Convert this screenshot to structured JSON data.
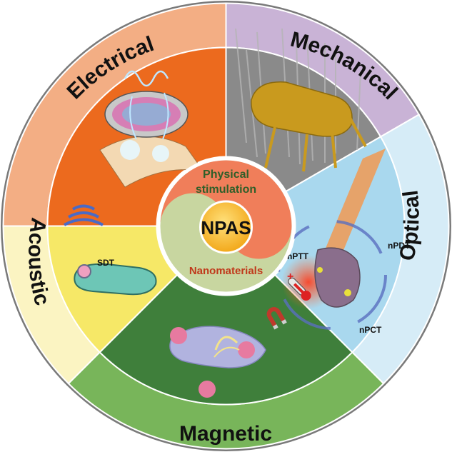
{
  "center": {
    "title": "NPAS",
    "upper_text_line1": "Physical",
    "upper_text_line2": "stimulation",
    "lower_text": "Nanomaterials"
  },
  "segments": [
    {
      "label": "Electrical",
      "outer_color": "#f3ae84",
      "inner_color": "#ec6a1e"
    },
    {
      "label": "Mechanical",
      "outer_color": "#c9b3d6",
      "inner_color": "#8a8a8a"
    },
    {
      "label": "Optical",
      "outer_color": "#d6ecf7",
      "inner_color": "#a9d8ee"
    },
    {
      "label": "Magnetic",
      "outer_color": "#78b55a",
      "inner_color": "#3f7f3b"
    },
    {
      "label": "Acoustic",
      "outer_color": "#fbf4c2",
      "inner_color": "#f6e867"
    }
  ],
  "annotations": {
    "sdt": "SDT",
    "nptt": "nPTT",
    "npdt": "nPDT",
    "npct": "nPCT"
  },
  "colors": {
    "center_upper": "#f07e5a",
    "center_lower": "#c8d6a0",
    "center_core": "#f6b51c",
    "upper_text": "#2f5f29",
    "lower_text": "#c0391b"
  }
}
